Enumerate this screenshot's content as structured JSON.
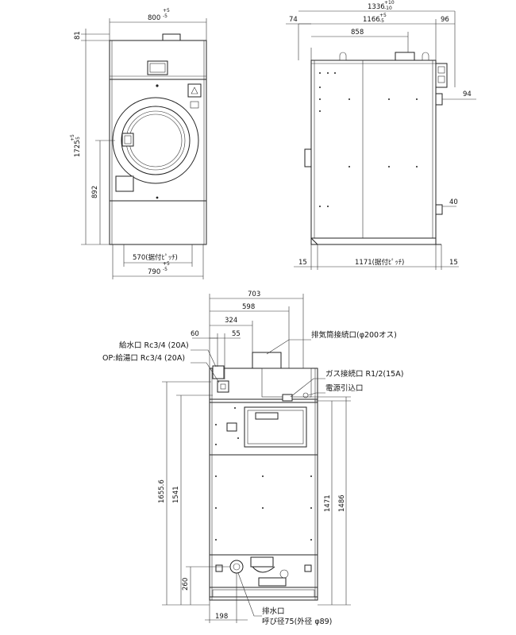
{
  "front": {
    "width_dim": "800",
    "width_tol": "+5\n-5",
    "height_dim": "1725",
    "height_tol": "+5\n-5",
    "top_offset": "81",
    "door_height": "892",
    "bottom_inner": "570(据付ﾋﾟｯﾁ)",
    "bottom_outer": "790",
    "bottom_outer_tol": "+5\n-5"
  },
  "side": {
    "left_offset": "74",
    "overall": "1336",
    "overall_tol": "+10\n-10",
    "inner": "1166",
    "inner_tol": "+5\n-5",
    "right_offset": "96",
    "top_part": "858",
    "right_side_dim": "94",
    "right_low_dim": "40",
    "bottom_left": "15",
    "bottom_mid": "1171(据付ﾋﾟｯﾁ)",
    "bottom_right": "15"
  },
  "rear": {
    "w703": "703",
    "w598": "598",
    "w324": "324",
    "w60": "60",
    "w55": "55",
    "h1655": "1655.6",
    "h1541": "1541",
    "h260": "260",
    "h1471": "1471",
    "h1486": "1486",
    "b198": "198",
    "labels": {
      "water_supply": "給水口 Rc3/4 (20A)",
      "hot_water": "OP:給湯口 Rc3/4 (20A)",
      "exhaust": "排気筒接続口(φ200オス)",
      "gas": "ガス接続口 R1/2(15A)",
      "power": "電源引込口",
      "drain1": "排水口",
      "drain2": "呼び径75(外径 φ89)"
    }
  }
}
